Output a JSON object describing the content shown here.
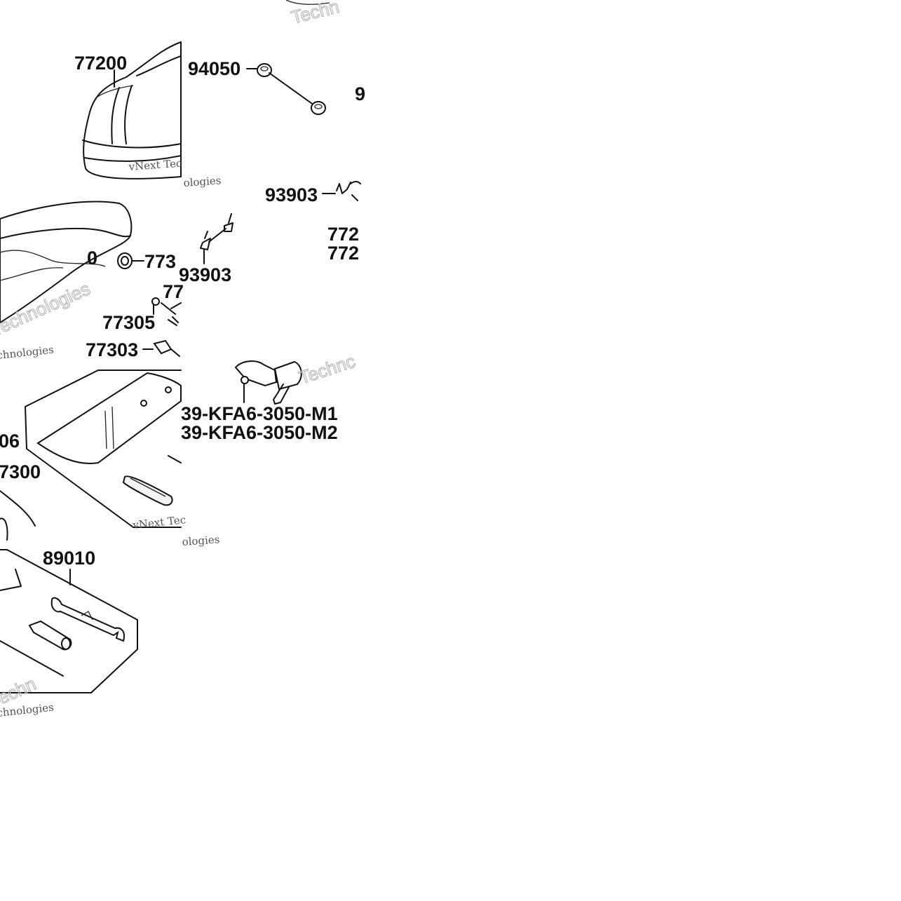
{
  "diagram": {
    "part_labels": {
      "p77200": "77200",
      "p94050": "94050",
      "p93903_top": "93903",
      "p93903_mid": "93903",
      "p772_a": "772",
      "p772_b": "772",
      "p773_hinge": "773",
      "p77_clip": "77",
      "p77305": "77305",
      "p77303": "77303",
      "p06": "06",
      "p7300": "7300",
      "pKFA6_M1": "39-KFA6-3050-M1",
      "pKFA6_M2": "39-KFA6-3050-M2",
      "p89010": "89010",
      "p0_mark": "0",
      "p9_cut": "9"
    },
    "watermarks": {
      "tile1_small": "vNext Tec",
      "tile1_fragment": "ologies",
      "tile2_big": "Technologies",
      "tile2_small": "chnologies",
      "tile3_small": "vNext Tec",
      "tile3_fragment": "ologies",
      "tile4_big": "Techn",
      "tile4_small": "chnologies",
      "top_big": "Techn",
      "right_big": "Technc"
    },
    "colors": {
      "line": "#111111",
      "background": "#ffffff",
      "watermark": "#bbbbbb"
    }
  }
}
